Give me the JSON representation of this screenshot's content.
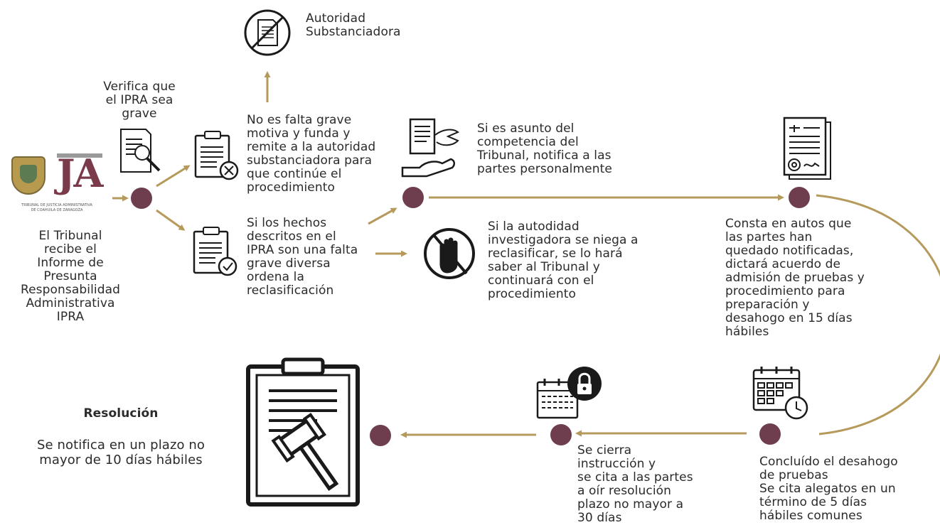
{
  "header_fragment": "",
  "logo": {
    "letters": "JA",
    "caption": "TRIBUNAL DE JUSTICIA ADMINISTRATIVA\nDE COAHUILA DE ZARAGOZA"
  },
  "steps": {
    "tribunal_recibe": "El Tribunal\nrecibe el\nInforme de\nPresunta\nResponsabilidad\nAdministrativa\nIPRA",
    "verifica": "Verifica que\nel IPRA sea\ngrave",
    "no_es_falta_grave": "No es falta grave\nmotiva y funda y\nremite a la autoridad\nsubstanciadora para\nque continúe el\nprocedimiento",
    "autoridad_substanciadora": "Autoridad\nSubstanciadora",
    "reclasificacion": "Si los hechos\ndescritos en el\nIPRA son una falta\ngrave diversa\nordena la\nreclasificación",
    "se_niega": "Si la autodidad\ninvestigadora se niega a\nreclasificar, se lo hará\nsaber al Tribunal y\ncontinuará con el\nprocedimiento",
    "asunto_competencia": "Si es asunto del\ncompetencia del\nTribunal, notifica a las\npartes personalmente",
    "consta_autos": "Consta en autos que\nlas partes han\nquedado notificadas,\ndictará acuerdo de\nadmisión de pruebas y\nprocedimiento para\npreparación y\ndesahogo en 15 días\nhábiles",
    "concluido_desahogo": "Concluído el desahogo\nde pruebas\nSe cita alegatos en un\ntérmino de 5 días\nhábiles comunes",
    "cierra_instruccion": "Se cierra\ninstrucción y\nse cita a las partes\na oír resolución\nplazo no mayor a\n30 días",
    "resolucion_title": "Resolución",
    "resolucion_text": "Se notifica en un plazo no\nmayor de 10 días hábiles"
  },
  "colors": {
    "node": "#6e3d4e",
    "arrow": "#b59a5c",
    "icon": "#1a1a1a",
    "text": "#2b2b2b"
  },
  "icons": [
    "document-magnifier-icon",
    "prohibited-document-icon",
    "clipboard-cross-icon",
    "clipboard-check-icon",
    "document-handover-icon",
    "stop-hand-prohibited-icon",
    "legal-document-seal-icon",
    "calendar-clock-icon",
    "calendar-lock-icon",
    "clipboard-gavel-icon"
  ]
}
